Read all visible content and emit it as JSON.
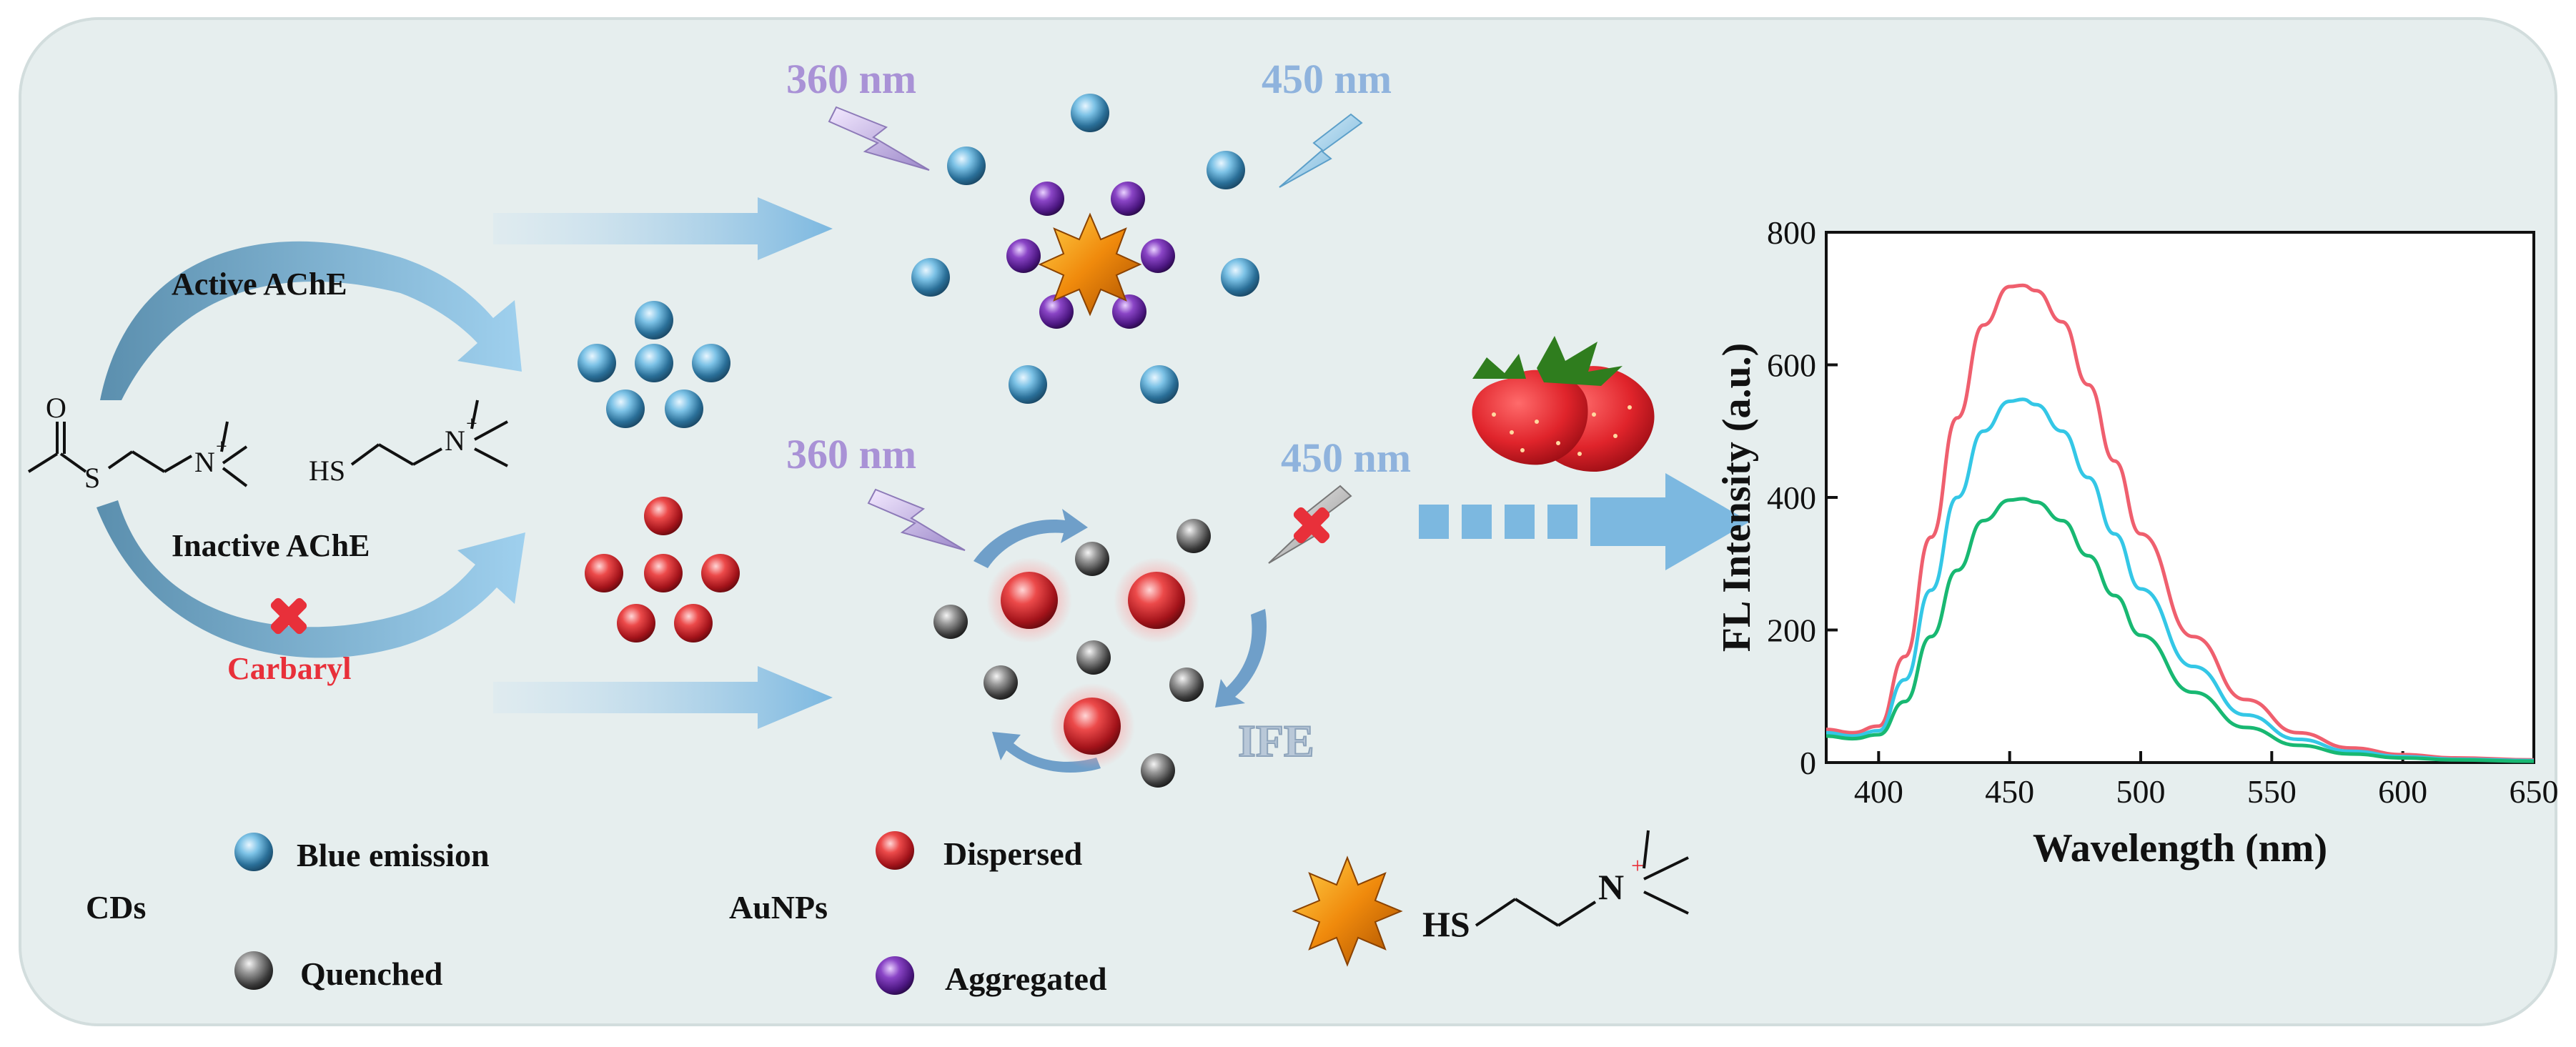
{
  "scheme": {
    "reactions": {
      "active_label": "Active AChE",
      "inactive_label": "Inactive AChE",
      "inhibitor_label": "Carbaryl",
      "substrate_atoms": {
        "o": "O",
        "s": "S",
        "n": "N",
        "charge": "+"
      },
      "product_atoms": {
        "hs": "HS",
        "n": "N",
        "charge": "+"
      }
    },
    "top_panel": {
      "excitation": "360 nm",
      "emission": "450 nm"
    },
    "bottom_panel": {
      "excitation": "360 nm",
      "emission": "450 nm",
      "effect_label": "IFE"
    },
    "legend": {
      "cds_label": "CDs",
      "blue_emission": "Blue emission",
      "quenched": "Quenched",
      "aunps_label": "AuNPs",
      "dispersed": "Dispersed",
      "aggregated": "Aggregated"
    },
    "thiocholine": {
      "hs": "HS",
      "n": "N",
      "charge": "+"
    }
  },
  "chart_data": {
    "type": "line",
    "xlabel": "Wavelength (nm)",
    "ylabel": "FL Intensity (a.u.)",
    "xlim": [
      380,
      650
    ],
    "ylim": [
      0,
      800
    ],
    "xticks": [
      400,
      450,
      500,
      550,
      600,
      650
    ],
    "yticks": [
      0,
      200,
      400,
      600,
      800
    ],
    "grid": false,
    "series": [
      {
        "color": "#ef5f6e",
        "x": [
          380,
          390,
          400,
          410,
          420,
          430,
          440,
          450,
          455,
          460,
          470,
          480,
          490,
          500,
          520,
          540,
          560,
          580,
          600,
          620,
          650
        ],
        "values": [
          50,
          45,
          55,
          160,
          340,
          520,
          660,
          718,
          720,
          712,
          665,
          570,
          455,
          345,
          190,
          95,
          45,
          22,
          12,
          7,
          4
        ]
      },
      {
        "color": "#34c7e6",
        "x": [
          380,
          390,
          400,
          410,
          420,
          430,
          440,
          450,
          455,
          460,
          470,
          480,
          490,
          500,
          520,
          540,
          560,
          580,
          600,
          620,
          650
        ],
        "values": [
          45,
          40,
          48,
          125,
          260,
          400,
          500,
          545,
          548,
          540,
          500,
          430,
          345,
          262,
          145,
          72,
          35,
          17,
          9,
          5,
          3
        ]
      },
      {
        "color": "#18b872",
        "x": [
          380,
          390,
          400,
          410,
          420,
          430,
          440,
          450,
          455,
          460,
          470,
          480,
          490,
          500,
          520,
          540,
          560,
          580,
          600,
          620,
          650
        ],
        "values": [
          40,
          36,
          42,
          92,
          190,
          290,
          365,
          396,
          398,
          393,
          365,
          312,
          252,
          192,
          106,
          53,
          26,
          13,
          7,
          4,
          2
        ]
      }
    ]
  }
}
